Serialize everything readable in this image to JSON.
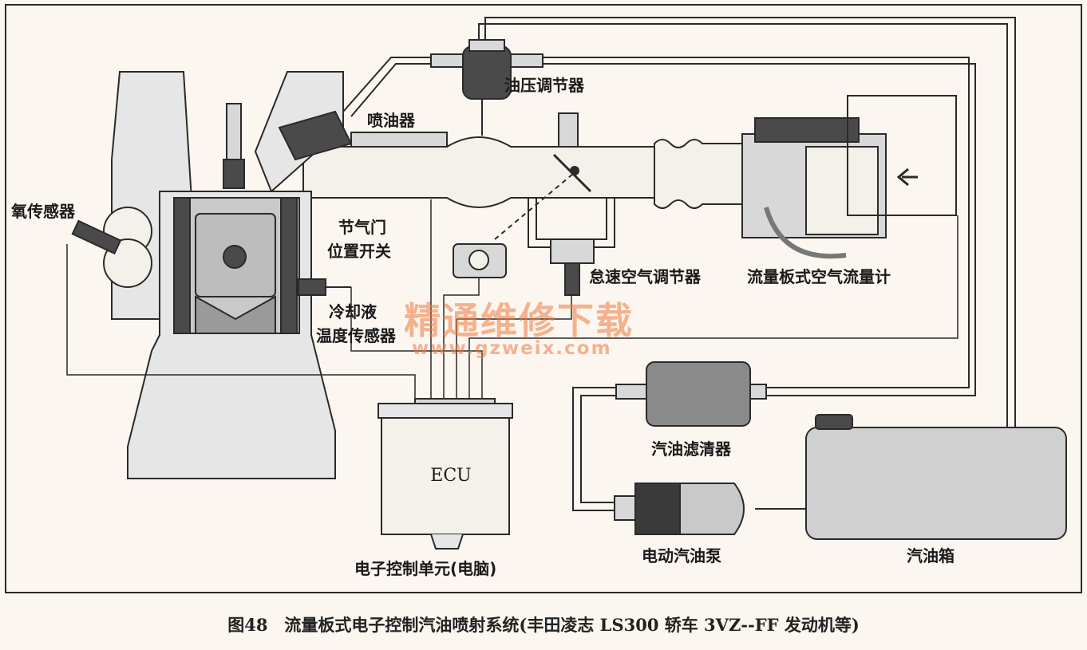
{
  "labels": {
    "pressure_regulator": "油压调节器",
    "injector": "喷油器",
    "oxygen_sensor": "氧传感器",
    "throttle_switch_line1": "节气门",
    "throttle_switch_line2": "位置开关",
    "idle_air_controller": "怠速空气调节器",
    "air_flow_meter": "流量板式空气流量计",
    "coolant_sensor_line1": "冷却液",
    "coolant_sensor_line2": "温度传感器",
    "ecu": "ECU",
    "ecu_desc": "电子控制单元(电脑)",
    "fuel_filter": "汽油滤清器",
    "fuel_pump": "电动汽油泵",
    "fuel_tank": "汽油箱"
  },
  "watermark": {
    "cn": "精通维修下载",
    "url": "www.gzweix.com"
  },
  "caption": "图48　流量板式电子控制汽油喷射系统(丰田凌志 LS300 轿车 3VZ--FF 发动机等)",
  "colors": {
    "background": "#fbf6f0",
    "line": "#2a2a2a",
    "part_fill": "#d8d8d8",
    "dark_fill": "#4a4a4a",
    "watermark": "#f0783c"
  }
}
